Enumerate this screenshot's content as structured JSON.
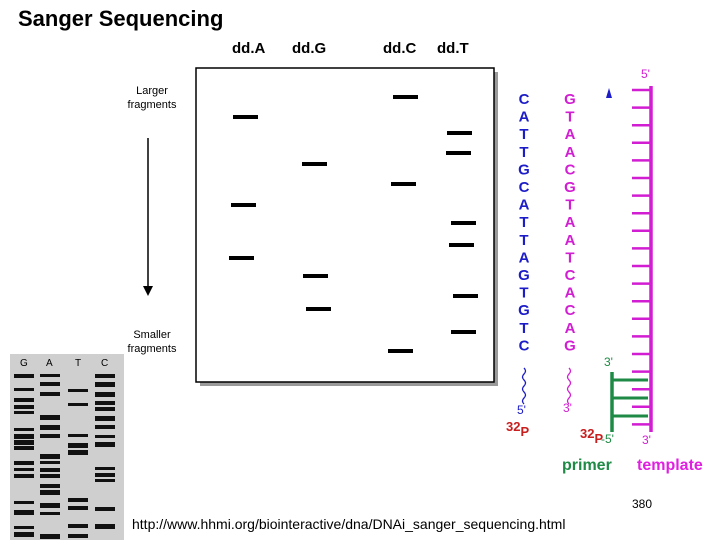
{
  "slide": {
    "title": "Sanger Sequencing",
    "url": "http://www.hhmi.org/biointeractive/dna/DNAi_sanger_sequencing.html",
    "number": "380"
  },
  "gel": {
    "lanes": [
      "dd.A",
      "dd.G",
      "dd.C",
      "dd.T"
    ],
    "larger_label": [
      "Larger",
      "fragments"
    ],
    "smaller_label": [
      "Smaller",
      "fragments"
    ],
    "band_color": "#000000"
  },
  "strands": {
    "new_strand": [
      "C",
      "A",
      "T",
      "T",
      "G",
      "C",
      "A",
      "T",
      "T",
      "A",
      "G",
      "T",
      "G",
      "T",
      "C"
    ],
    "template_strand": [
      "G",
      "T",
      "A",
      "A",
      "C",
      "G",
      "T",
      "A",
      "A",
      "T",
      "C",
      "A",
      "C",
      "A",
      "G"
    ],
    "new_strand_color": "#1c1cc8",
    "template_color": "#d21ed2",
    "primer_color": "#1e8a45",
    "label_color": "#c81e1e",
    "five_prime": "5'",
    "three_prime": "3'",
    "p32": "32",
    "p": "P",
    "p_five": "P-5'",
    "primer_label": "primer",
    "template_label": "template"
  },
  "photo_gel": {
    "lanes": [
      "G",
      "A",
      "T",
      "C"
    ]
  }
}
